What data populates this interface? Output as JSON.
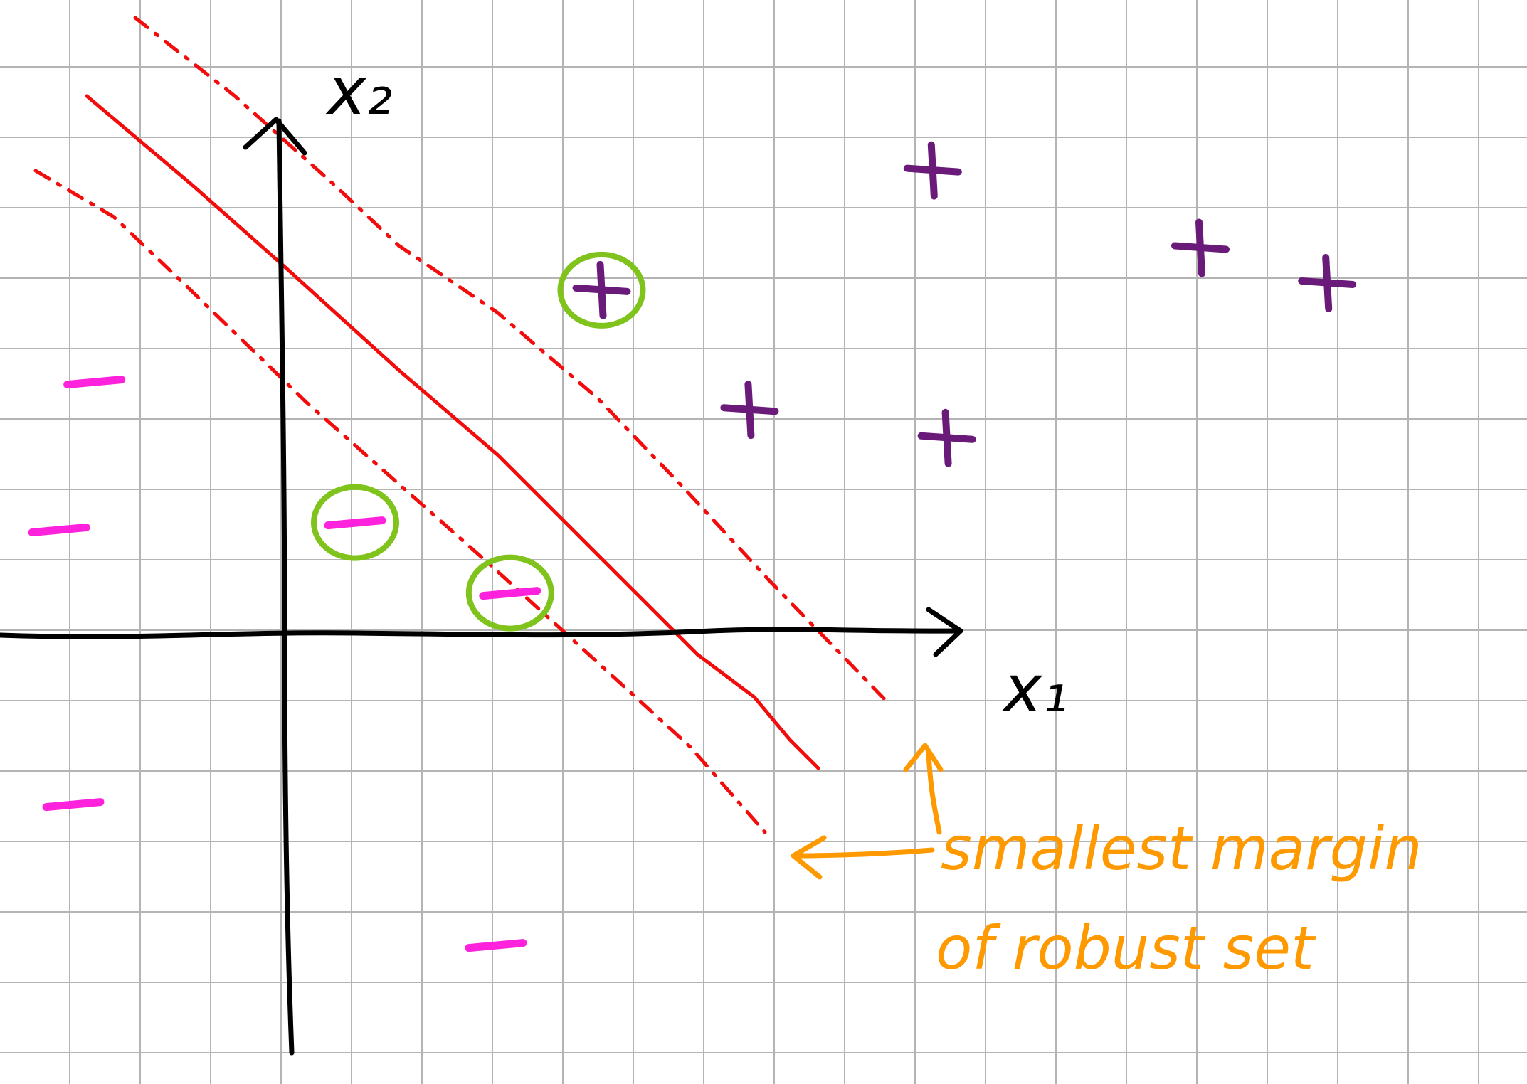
{
  "diagram": {
    "x_axis_label": "x₁",
    "y_axis_label": "x₂",
    "annotation_line1": "smallest margin",
    "annotation_line2": "of robust set",
    "positive_symbol": "+",
    "negative_symbol": "−",
    "positive_points": [
      {
        "x": 4.5,
        "y": 4.9,
        "support_vector": true
      },
      {
        "x": 9.2,
        "y": 6.6,
        "support_vector": false
      },
      {
        "x": 13.0,
        "y": 5.5,
        "support_vector": false
      },
      {
        "x": 6.6,
        "y": 3.2,
        "support_vector": false
      },
      {
        "x": 14.8,
        "y": 5.0,
        "support_vector": false
      },
      {
        "x": 9.4,
        "y": 2.8,
        "support_vector": false
      }
    ],
    "negative_points": [
      {
        "x": 1.0,
        "y": 1.6,
        "support_vector": true
      },
      {
        "x": 3.2,
        "y": 0.6,
        "support_vector": true
      },
      {
        "x": -2.7,
        "y": 3.6,
        "support_vector": false
      },
      {
        "x": -3.2,
        "y": 1.5,
        "support_vector": false
      },
      {
        "x": -3.0,
        "y": -2.4,
        "support_vector": false
      },
      {
        "x": 3.0,
        "y": -4.4,
        "support_vector": false
      }
    ],
    "colors": {
      "grid": "#b4b4b4",
      "axes": "#000000",
      "boundary": "#f20c0c",
      "positive": "#6a1b7a",
      "negative": "#ff22dd",
      "support_vector_ring": "#7fc31c",
      "annotation": "#ff9900"
    }
  }
}
